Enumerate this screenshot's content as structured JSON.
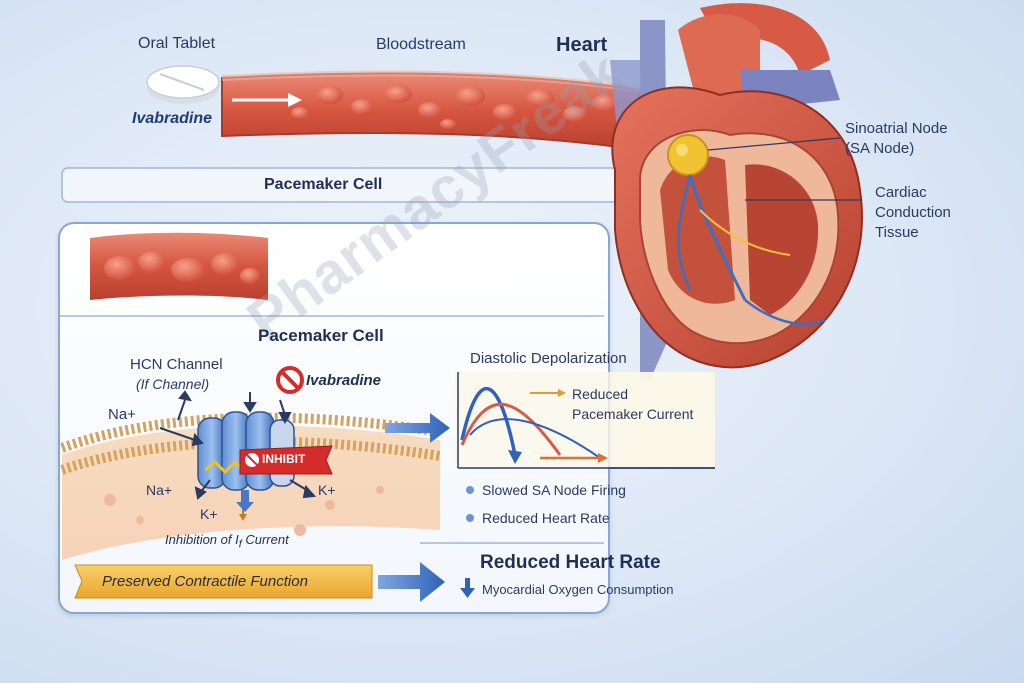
{
  "labels": {
    "oral_tablet": "Oral Tablet",
    "ivabradine_top": "Ivabradine",
    "bloodstream": "Bloodstream",
    "heart": "Heart",
    "sa_node_line1": "Sinoatrial Node",
    "sa_node_line2": "(SA Node)",
    "conduction_line1": "Cardiac",
    "conduction_line2": "Conduction",
    "conduction_line3": "Tissue",
    "pacemaker_cell_banner": "Pacemaker Cell",
    "pacemaker_cell_inner": "Pacemaker Cell",
    "hcn_channel": "HCN Channel",
    "if_channel": "(If Channel)",
    "ivabradine_inner": "Ivabradine",
    "na_top": "Na+",
    "na_bottom": "Na+",
    "k_right": "K+",
    "k_bottom": "K+",
    "inhibit": "INHIBIT",
    "inhibition_current_prefix": "Inhibition of I",
    "inhibition_current_sub": "f",
    "inhibition_current_suffix": " Current",
    "diastolic_depolarization": "Diastolic Depolarization",
    "reduced_line1": "Reduced",
    "reduced_line2": "Pacemaker Current",
    "slowed_sa_node": "Slowed SA Node Firing",
    "reduced_heart_rate_small": "Reduced Heart Rate",
    "reduced_heart_rate_big": "Reduced Heart Rate",
    "myocardial_oxygen": "Myocardial Oxygen Consumption",
    "preserved_contractile": "Preserved Contractile Function",
    "watermark": "PharmacyFreak"
  },
  "colors": {
    "background": "#dde8f6",
    "text_dark": "#1f2f55",
    "vessel_red": "#d9594a",
    "arrow_blue": "#3a6fc4",
    "inhibit_red": "#d62b2b",
    "banner_gold": "#f2b73a"
  },
  "icons": {
    "tablet": "tablet-icon",
    "no_symbol": "prohibit-icon",
    "down_arrow": "down-arrow-icon"
  }
}
